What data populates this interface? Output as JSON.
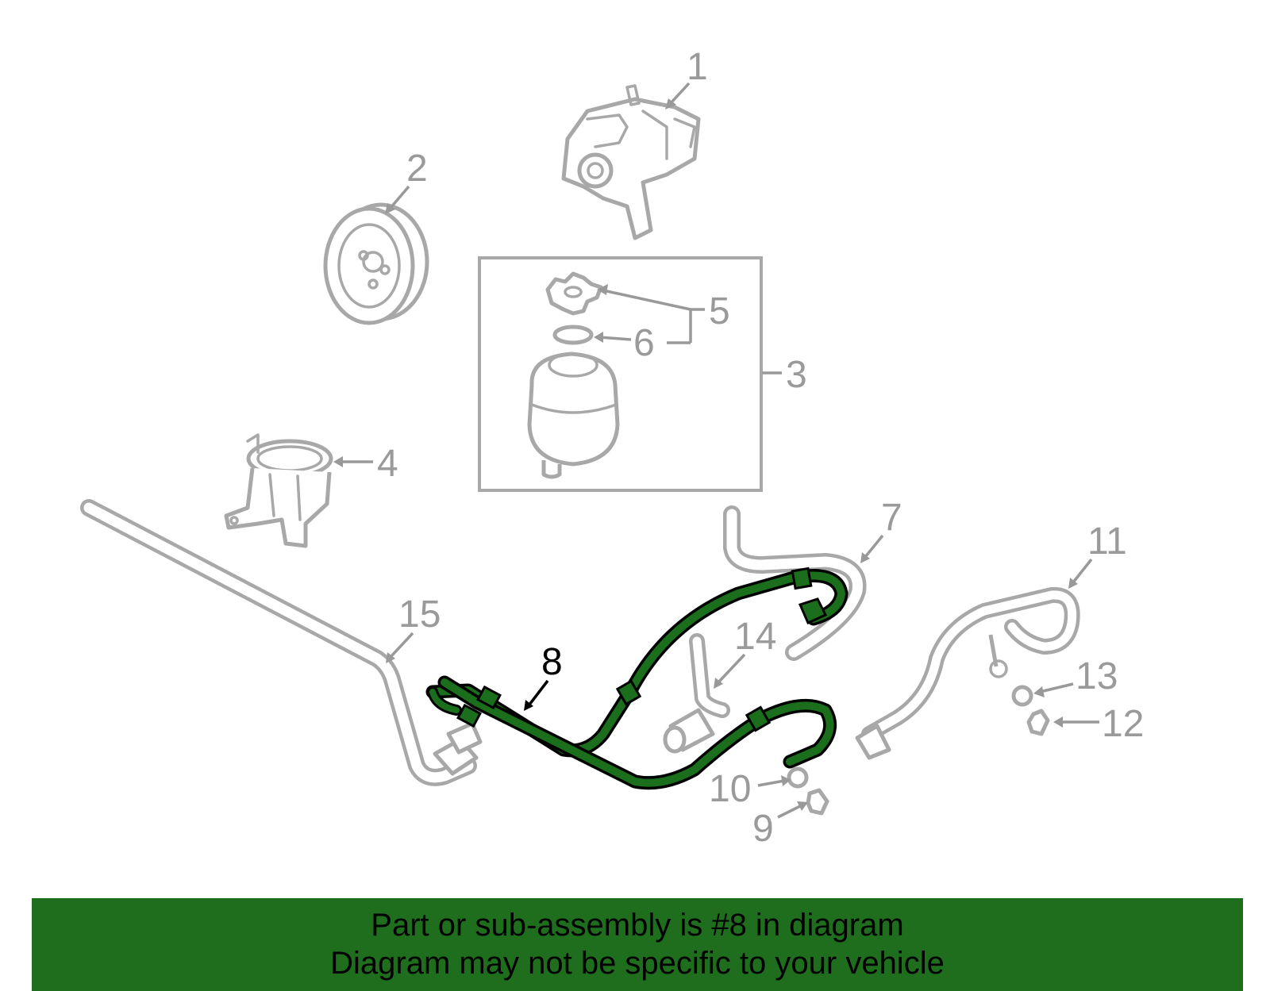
{
  "callouts": {
    "c1": "1",
    "c2": "2",
    "c3": "3",
    "c4": "4",
    "c5": "5",
    "c6": "6",
    "c7": "7",
    "c8": "8",
    "c9": "9",
    "c10": "10",
    "c11": "11",
    "c12": "12",
    "c13": "13",
    "c14": "14",
    "c15": "15"
  },
  "highlighted_part": "8",
  "colors": {
    "highlight": "#1b6e1b",
    "banner": "#1e6e1e",
    "parts": "#a8a8a8"
  },
  "banner": {
    "line1": "Part or sub-assembly is #8 in diagram",
    "line2": "Diagram may not be specific to your vehicle"
  }
}
